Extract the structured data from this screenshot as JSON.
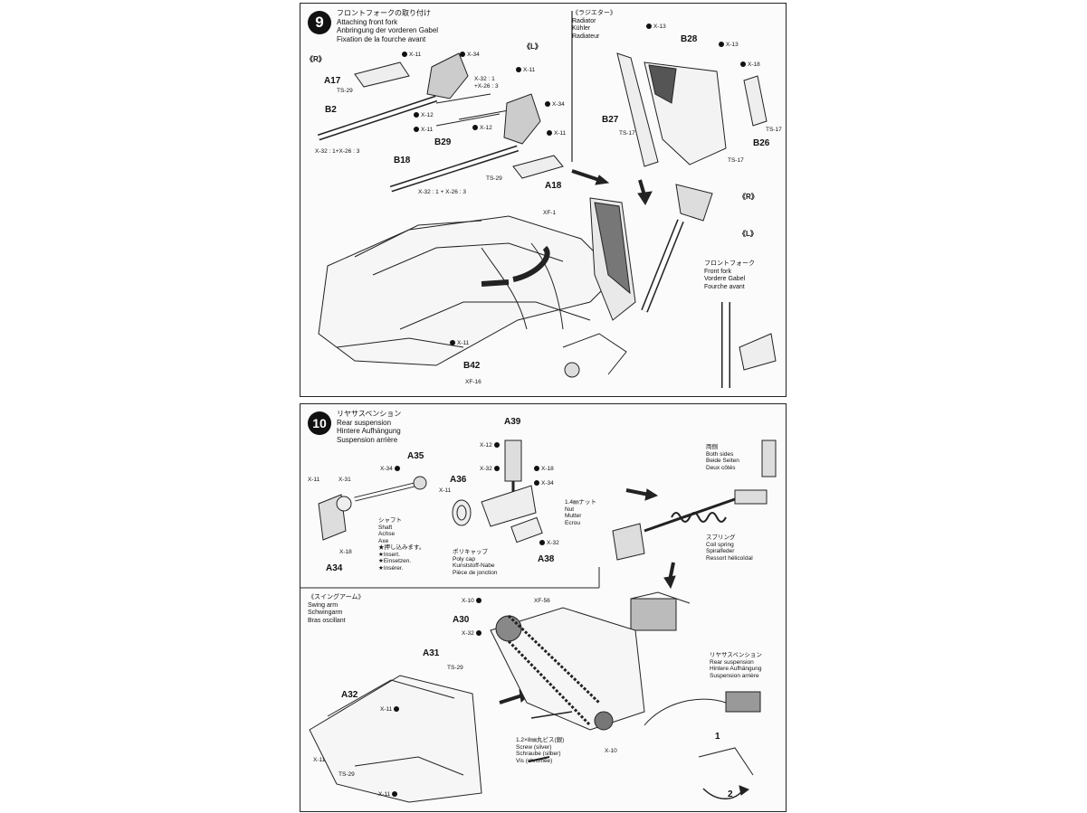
{
  "step9": {
    "number": "9",
    "title_jp": "フロントフォークの取り付け",
    "title_en": "Attaching front fork",
    "title_de": "Anbringung der vorderen Gabel",
    "title_fr": "Fixation de la fourche avant",
    "side_r": "《R》",
    "side_l": "《L》",
    "radiator": {
      "jp": "《ラジエター》",
      "en": "Radiator",
      "de": "Kühler",
      "fr": "Radiateur"
    },
    "fork_note": {
      "jp": "フロントフォーク",
      "en": "Front fork",
      "de": "Vordere Gabel",
      "fr": "Fourche avant"
    },
    "parts": {
      "a17": "A17",
      "b2": "B2",
      "b29": "B29",
      "b18": "B18",
      "a18": "A18",
      "b28": "B28",
      "b27": "B27",
      "b26": "B26",
      "b42": "B42",
      "r": "《R》",
      "l": "《L》"
    },
    "labels": {
      "x11": "X-11",
      "x34": "X-34",
      "x12": "X-12",
      "x13": "X-13",
      "x18": "X-18",
      "ts29": "TS-29",
      "ts17": "TS-17",
      "xf1": "XF-1",
      "xf16": "XF-16",
      "x32_1": "X-32 : 1",
      "x26_3": "+X-26 : 3",
      "mix": "X-32 : 1+X-26 : 3",
      "mix2": "X-32 : 1 + X-26 : 3"
    }
  },
  "step10": {
    "number": "10",
    "title_jp": "リヤサスペンション",
    "title_en": "Rear suspension",
    "title_de": "Hintere Aufhängung",
    "title_fr": "Suspension arrière",
    "parts": {
      "a39": "A39",
      "a35": "A35",
      "a36": "A36",
      "a34": "A34",
      "a38": "A38",
      "a30": "A30",
      "a31": "A31",
      "a32": "A32"
    },
    "labels": {
      "x11": "X-11",
      "x31": "X-31",
      "x34": "X-34",
      "x12": "X-12",
      "x32": "X-32",
      "x18": "X-18",
      "x10": "X-10",
      "xf56": "XF-56",
      "ts29": "TS-29"
    },
    "shaft": {
      "jp": "シャフト",
      "en": "Shaft",
      "de": "Achse",
      "fr": "Axe",
      "insert_jp": "★押し込みます。",
      "insert_en": "★Insert.",
      "insert_de": "★Einsetzen.",
      "insert_fr": "★Insérer."
    },
    "nut": {
      "jp": "1.4㎜ナット",
      "en": "Nut",
      "de": "Mutter",
      "fr": "Ecrou"
    },
    "polycap": {
      "jp": "ポリキャップ",
      "en": "Poly cap",
      "de": "Kunststoff-Nabe",
      "fr": "Pièce de jonction"
    },
    "both_sides": {
      "jp": "両側",
      "en": "Both sides",
      "de": "Beide Seiten",
      "fr": "Deux côtés"
    },
    "spring": {
      "jp": "スプリング",
      "en": "Coil spring",
      "de": "Spiralfeder",
      "fr": "Ressort hélicoïdal"
    },
    "swingarm": {
      "jp": "《スイングアーム》",
      "en": "Swing arm",
      "de": "Schwingarm",
      "fr": "Bras oscillant"
    },
    "screw": {
      "jp": "1.2×8㎜丸ビス(銀)",
      "en": "Screw (silver)",
      "de": "Schraube (silber)",
      "fr": "Vis (chromée)"
    },
    "rear_susp": {
      "jp": "リヤサスペンション",
      "en": "Rear suspension",
      "de": "Hintere Aufhängung",
      "fr": "Suspension arrière"
    },
    "arrow1": "1",
    "arrow2": "2"
  }
}
